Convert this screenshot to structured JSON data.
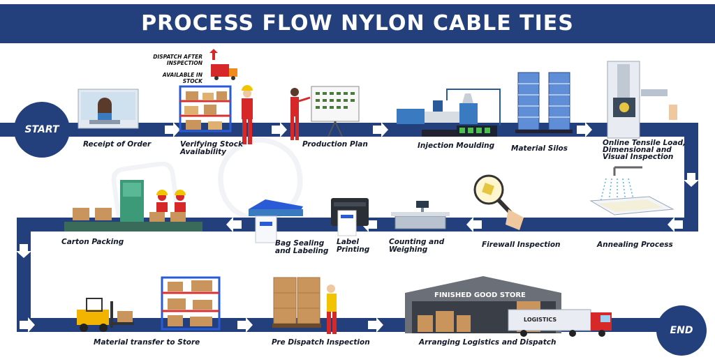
{
  "title": "PROCESS FLOW NYLON CABLE TIES",
  "start_label": "START",
  "end_label": "END",
  "stock_notes": [
    "DISPATCH AFTER INSPECTION",
    "AVAILABLE IN STOCK"
  ],
  "steps": {
    "receipt_of_order": "Receipt of Order",
    "verifying_stock": [
      "Verifying Stock",
      "Availability"
    ],
    "production_plan": "Production Plan",
    "injection_moulding": "Injection Moulding",
    "material_silos": "Material Silos",
    "online_tensile": [
      "Online Tensile Load,",
      "Dimensional and",
      "Visual Inspection"
    ],
    "annealing_process": "Annealing Process",
    "firewall_inspection": "Firewall Inspection",
    "counting_weighing": [
      "Counting and",
      "Weighing"
    ],
    "label_printing": [
      "Label",
      "Printing"
    ],
    "bag_sealing": [
      "Bag Sealing",
      "and Labeling"
    ],
    "carton_packing": "Carton Packing",
    "material_transfer": "Material transfer to Store",
    "pre_dispatch": "Pre Dispatch Inspection",
    "arranging_logistics": "Arranging Logistics and Dispatch"
  },
  "building_sign": "FINISHED GOOD STORE",
  "truck_sign": "LOGISTICS",
  "colors": {
    "band": "#233f7c",
    "white": "#ffffff",
    "worker": "#d62828",
    "box": "#c9955c"
  }
}
